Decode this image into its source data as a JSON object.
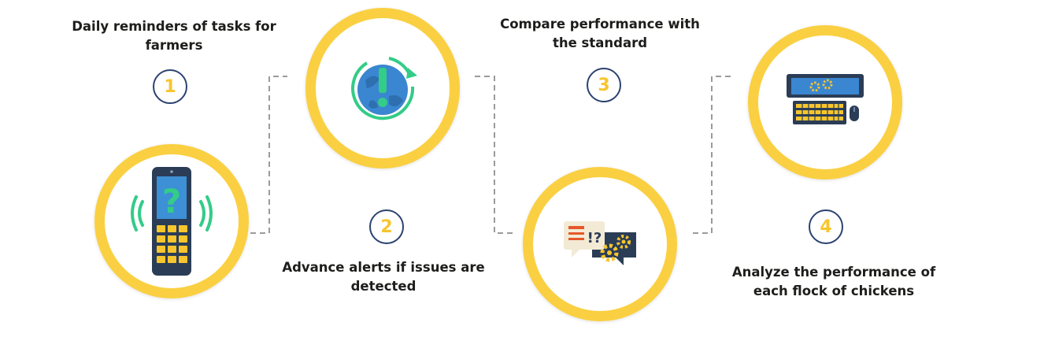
{
  "steps": [
    {
      "number": "1",
      "caption": "Daily reminders of tasks for farmers",
      "icon": "phone-question-icon"
    },
    {
      "number": "2",
      "caption": "Advance alerts if issues are detected",
      "icon": "globe-alert-icon"
    },
    {
      "number": "3",
      "caption": "Compare performance with the standard",
      "icon": "chat-gears-icon"
    },
    {
      "number": "4",
      "caption": "Analyze the performance of each flock of chickens",
      "icon": "computer-gears-icon"
    }
  ],
  "colors": {
    "ring": "#fad042",
    "number": "#f7c52e",
    "number_border": "#2b4270",
    "connector": "#9b9b9b"
  }
}
